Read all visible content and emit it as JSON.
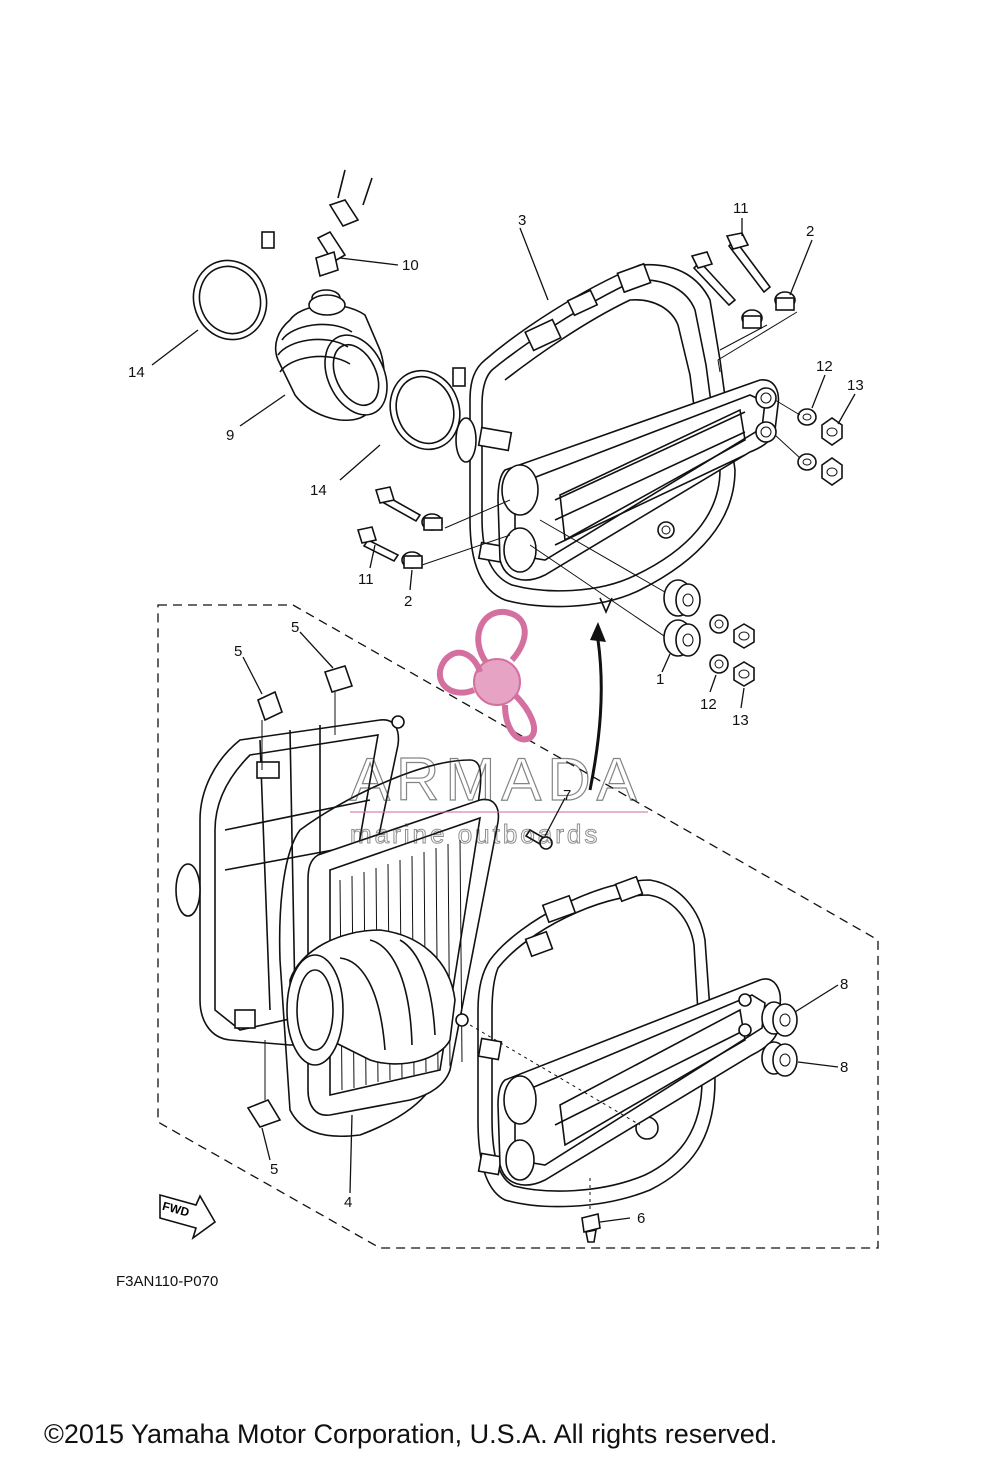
{
  "diagram": {
    "callouts": [
      "1",
      "2",
      "3",
      "4",
      "5",
      "6",
      "7",
      "8",
      "9",
      "10",
      "11",
      "12",
      "13",
      "14"
    ],
    "figure_code": "F3AN110-P070",
    "fwd_label": "FWD",
    "copyright": "©2015 Yamaha Motor Corporation, U.S.A. All rights reserved."
  },
  "watermark": {
    "brand": "ARMADA",
    "tagline": "marine outboards",
    "colors": {
      "logo": "#e6a3c4",
      "logo_dark": "#d4709f"
    }
  }
}
